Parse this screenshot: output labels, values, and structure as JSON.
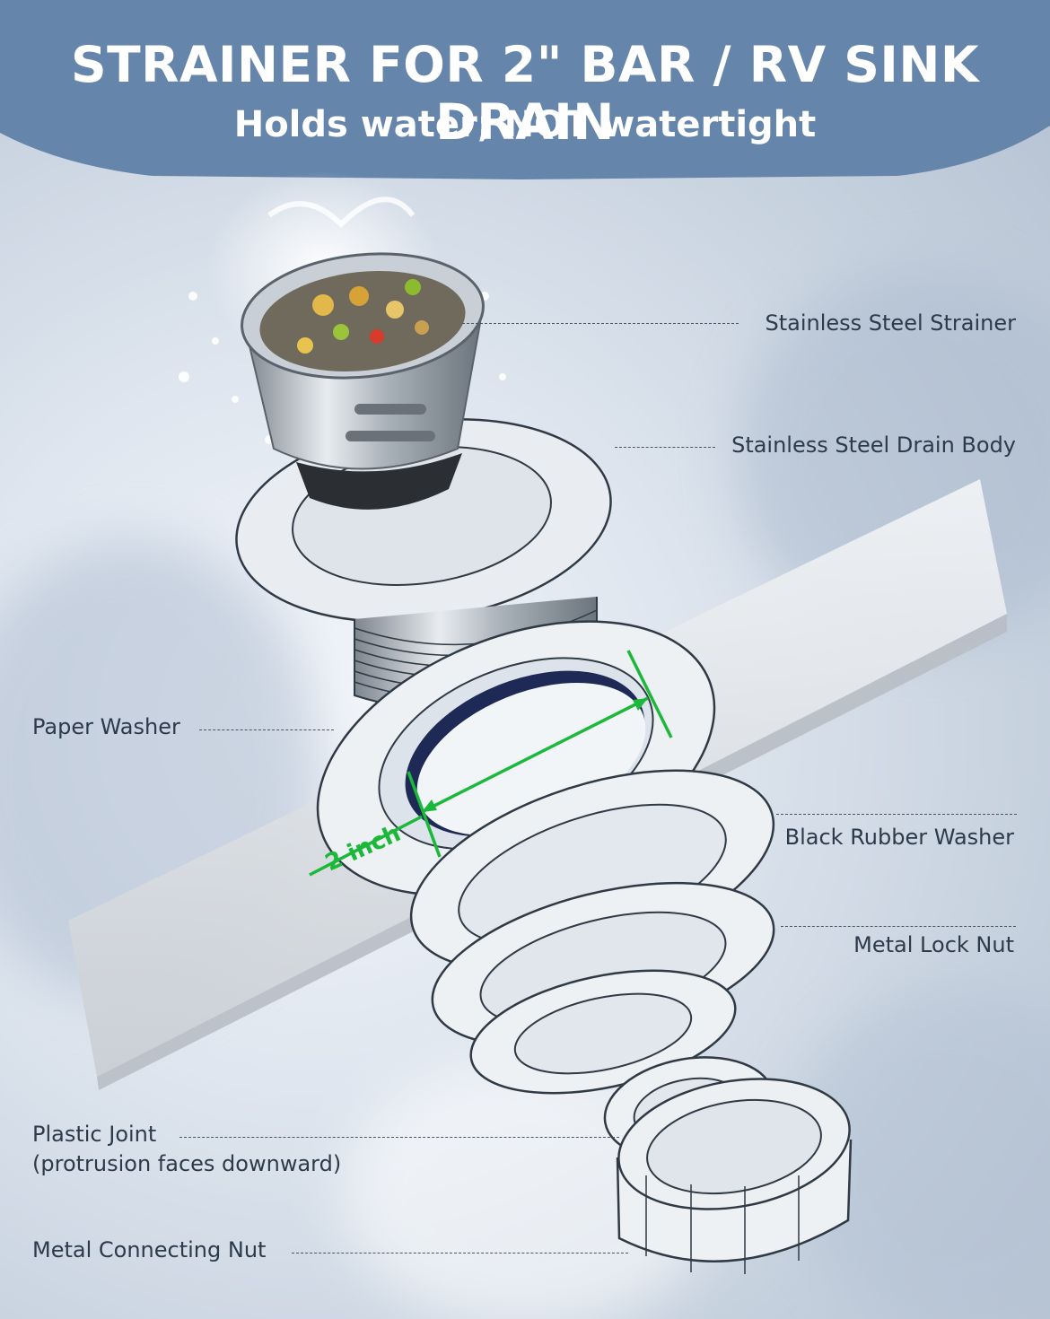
{
  "header": {
    "title": "STRAINER FOR 2\" BAR / RV SINK DRAIN",
    "subtitle": "Holds water; NOT watertight"
  },
  "callouts": {
    "strainer": "Stainless Steel Strainer",
    "drain_body": "Stainless Steel Drain Body",
    "paper_washer": "Paper Washer",
    "rubber_washer": "Black Rubber Washer",
    "lock_nut": "Metal Lock Nut",
    "plastic_joint_line1": "Plastic Joint",
    "plastic_joint_line2": "(protrusion faces downward)",
    "connecting_nut": "Metal Connecting Nut"
  },
  "dimension": {
    "label": "2 inch"
  },
  "colors": {
    "banner": "#6585ab",
    "dimension_line": "#1bb83a",
    "text": "#2c3a4a"
  }
}
